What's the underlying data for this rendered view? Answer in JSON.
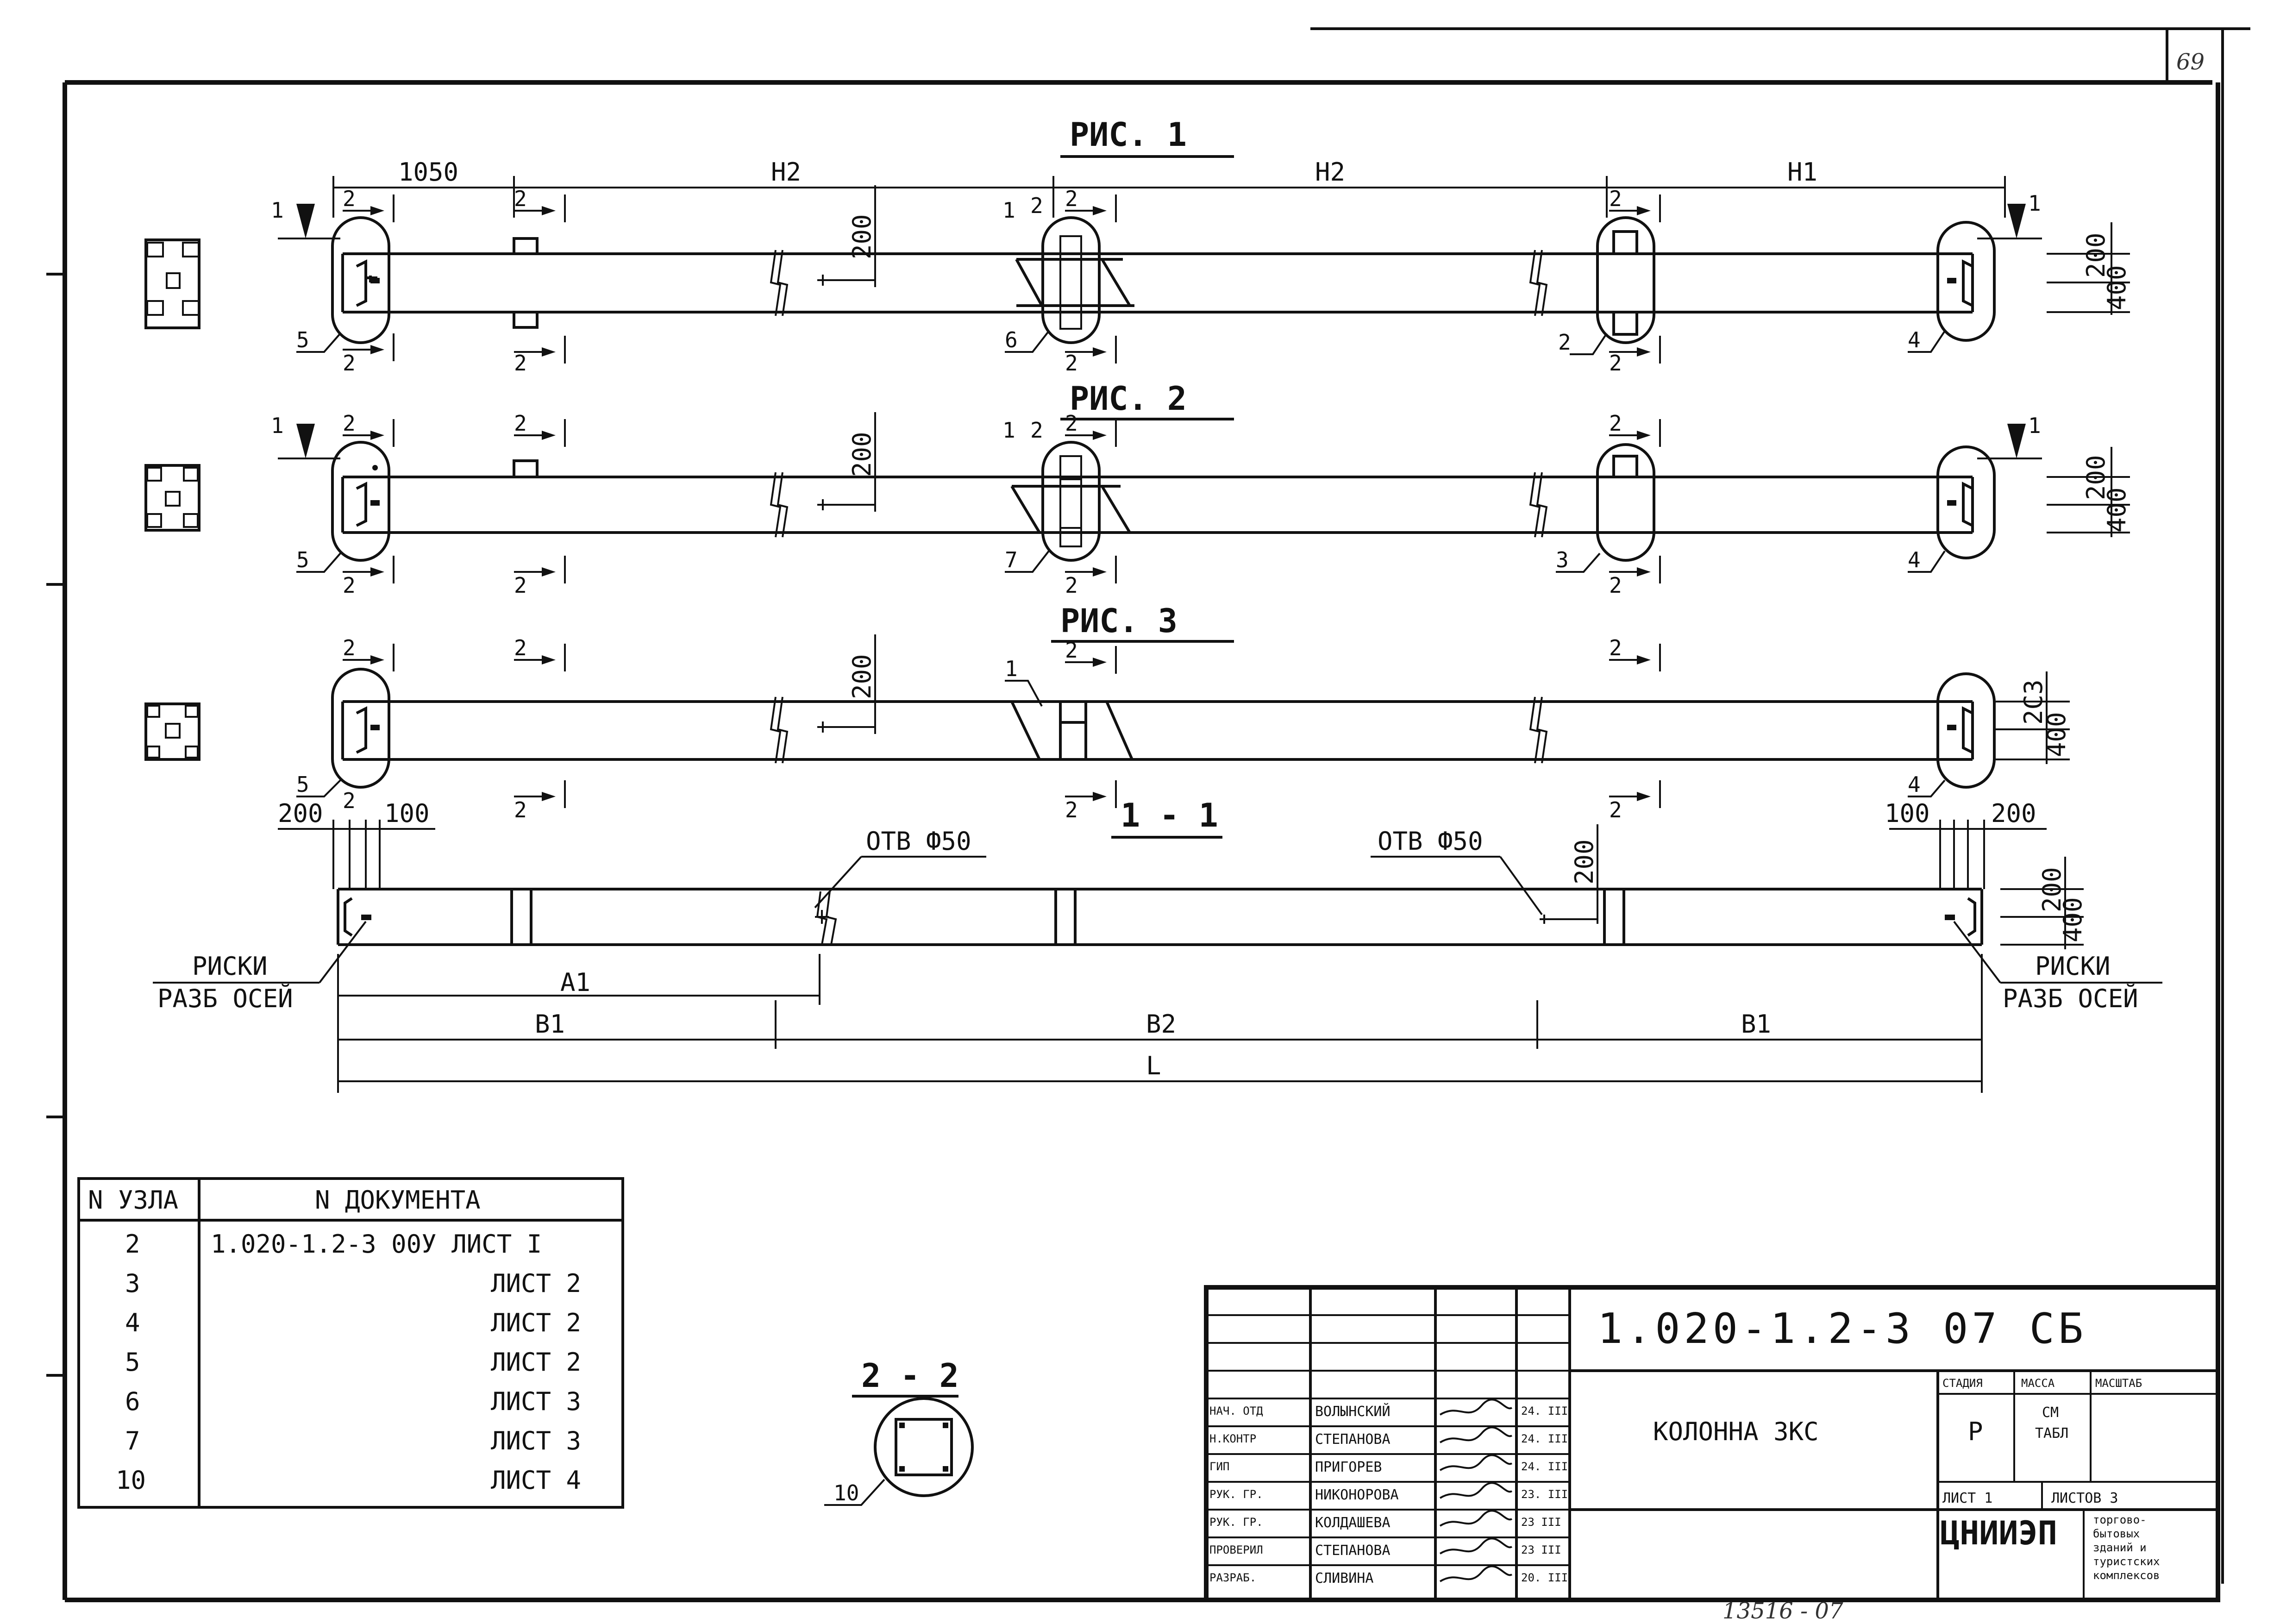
{
  "page_number": "69",
  "figures": {
    "fig1": "РИС. 1",
    "fig2": "РИС. 2",
    "fig3": "РИС. 3",
    "section_11": "1 - 1",
    "section_22": "2 - 2"
  },
  "dims": {
    "d1050": "1050",
    "h1": "H1",
    "h2": "H2",
    "d200": "200",
    "d400": "400",
    "d200_alt": "2СЗ",
    "d100": "100",
    "a1": "А1",
    "b1": "В1",
    "b2": "В2",
    "l": "L"
  },
  "callouts": {
    "n1": "1",
    "n2": "2",
    "n3": "3",
    "n4": "4",
    "n5": "5",
    "n6": "6",
    "n7": "7",
    "n10": "10"
  },
  "notes": {
    "hole": "ОТВ Ф50",
    "marks_1": "РИСКИ",
    "marks_2": "РАЗБ ОСЕЙ"
  },
  "node_table": {
    "col1": "N УЗЛА",
    "col2": "N ДОКУМЕНТА",
    "rows": [
      {
        "node": "2",
        "doc": "1.020-1.2-3 00У ЛИСТ  I"
      },
      {
        "node": "3",
        "doc": "ЛИСТ  2"
      },
      {
        "node": "4",
        "doc": "ЛИСТ  2"
      },
      {
        "node": "5",
        "doc": "ЛИСТ  2"
      },
      {
        "node": "6",
        "doc": "ЛИСТ  3"
      },
      {
        "node": "7",
        "doc": "ЛИСТ  3"
      },
      {
        "node": "10",
        "doc": "ЛИСТ  4"
      }
    ]
  },
  "title_block": {
    "doc_code": "1.020-1.2-3 07 СБ",
    "name": "КОЛОННА 3КС",
    "stage_h": "СТАДИЯ",
    "mass_h": "МАССА",
    "scale_h": "МАСШТАБ",
    "stage": "Р",
    "mass_1": "СМ",
    "mass_2": "ТАБЛ",
    "sheet": "ЛИСТ  1",
    "sheets": "ЛИСТОВ  3",
    "org": "ЦНИИЭП",
    "org_1": "торгово-",
    "org_2": "бытовых",
    "org_3": "зданий и",
    "org_4": "туристских",
    "org_5": "комплексов",
    "staff": [
      {
        "role": "НАЧ. ОТД",
        "name": "ВОЛЫНСКИЙ",
        "date": "24. III"
      },
      {
        "role": "Н.КОНТР",
        "name": "СТЕПАНОВА",
        "date": "24. III"
      },
      {
        "role": "ГИП",
        "name": "ПРИГОРЕВ",
        "date": "24. III"
      },
      {
        "role": "РУК. ГР.",
        "name": "НИКОНОРОВА",
        "date": "23. III"
      },
      {
        "role": "РУК. ГР.",
        "name": "КОЛДАШЕВА",
        "date": "23 III"
      },
      {
        "role": "ПРОВЕРИЛ",
        "name": "СТЕПАНОВА",
        "date": "23 III"
      },
      {
        "role": "РАЗРАБ.",
        "name": "СЛИВИНА",
        "date": "20. III"
      }
    ]
  },
  "bottom_note": "13516 - 07"
}
